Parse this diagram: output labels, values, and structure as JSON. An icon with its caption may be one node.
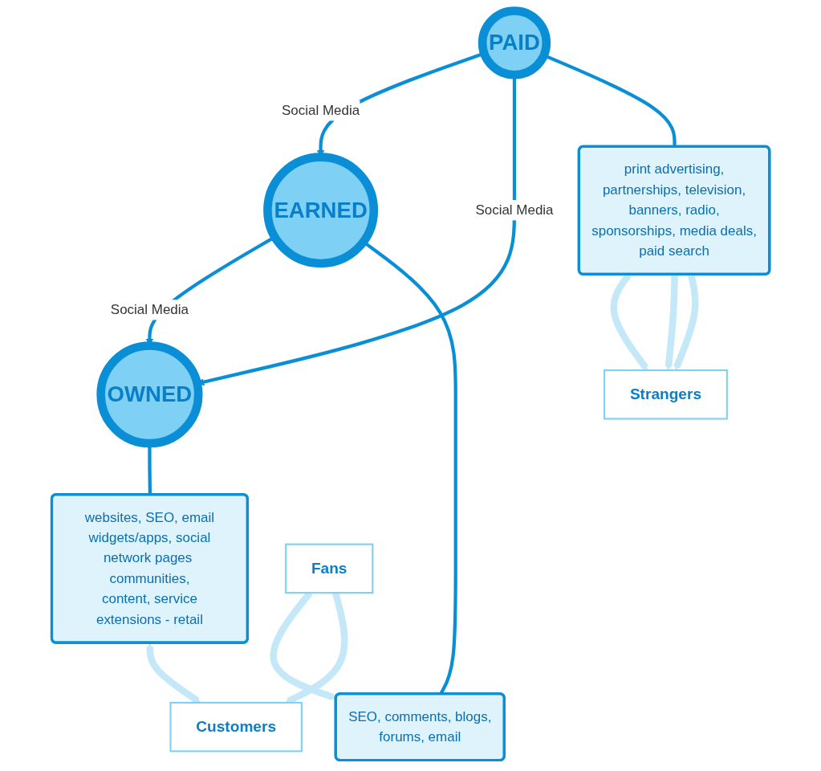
{
  "diagram": {
    "nodes": [
      {
        "text": [
          "PAID"
        ]
      },
      {
        "text": [
          "OWNED"
        ]
      },
      {
        "text": [
          "EARNED"
        ]
      },
      {
        "text": [
          "print advertising, partnerships, television, banners, radio, sponsorships, media deals, paid search"
        ]
      },
      {
        "text": [
          "websites, SEO, email widgets/apps, social network pages communities, content, service extensions - retail"
        ]
      },
      {
        "text": [
          "SEO, comments, blogs, forums, email"
        ]
      },
      {
        "text": [
          "Strangers"
        ]
      },
      {
        "text": [
          "Customers"
        ]
      },
      {
        "text": [
          "Fans"
        ]
      }
    ],
    "edges": [
      {
        "from": 0,
        "to": 2,
        "arrow": "to",
        "label": "Social Media"
      },
      {
        "from": 0,
        "to": 1,
        "arrow": "to",
        "label": "Social Media"
      },
      {
        "from": 2,
        "to": 1,
        "arrow": "to",
        "label": "Social Media"
      },
      {
        "from": 0,
        "to": 3,
        "arrow": "none"
      },
      {
        "from": 1,
        "to": 4,
        "arrow": "none"
      },
      {
        "from": 2,
        "to": 5,
        "arrow": "none"
      },
      {
        "from": 3,
        "to": 6,
        "arrow": "to",
        "style": "thick",
        "color": "#c4e8f8"
      },
      {
        "from": 3,
        "to": 6,
        "arrow": "to",
        "style": "thick",
        "color": "#c4e8f8"
      },
      {
        "from": 3,
        "to": 6,
        "arrow": "to",
        "style": "thick",
        "color": "#c4e8f8"
      },
      {
        "from": 4,
        "to": 7,
        "arrow": "both",
        "style": "thick",
        "color": "#c4e8f8"
      },
      {
        "from": 8,
        "to": 5,
        "arrow": "to",
        "style": "thick",
        "color": "#c4e8f8"
      },
      {
        "from": 8,
        "to": 7,
        "arrow": "to",
        "style": "thick",
        "color": "#c4e8f8"
      }
    ]
  }
}
